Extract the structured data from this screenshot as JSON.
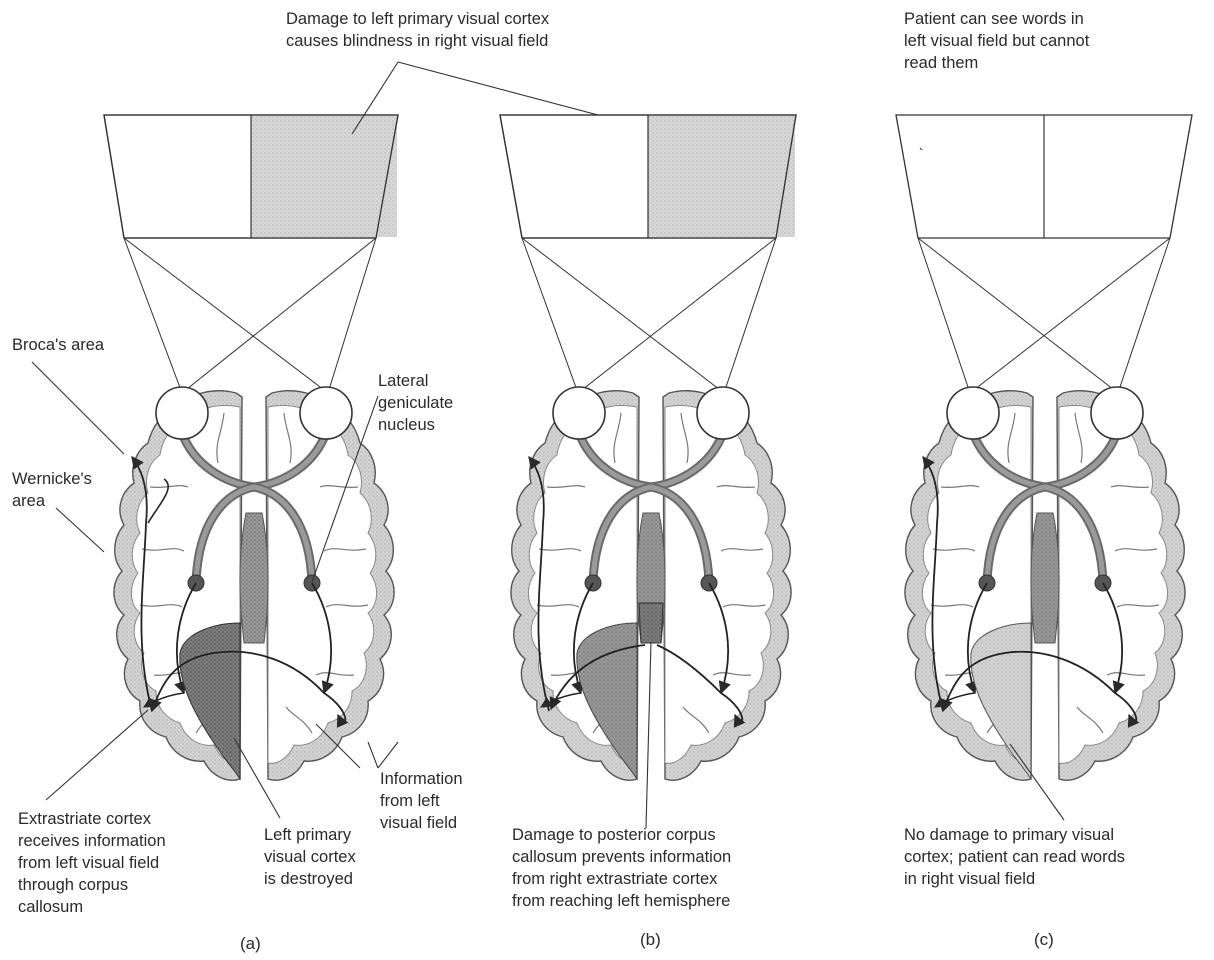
{
  "colors": {
    "ink": "#2a2a2a",
    "blind_field": "#cfcfcf",
    "cortex_fill": "#d6d6d6",
    "damage_fill": "#7a7a7a",
    "tract_fill": "#8a8a8a",
    "lgn_fill": "#555555"
  },
  "panels": [
    {
      "letter": "(a)"
    },
    {
      "letter": "(b)"
    },
    {
      "letter": "(c)"
    }
  ],
  "labels": {
    "damage_primary_top": "Damage to left primary visual cortex\ncauses blindness in right visual field",
    "brocas_area": "Broca's area",
    "wernickes_area": "Wernicke's\narea",
    "lateral_geniculate": "Lateral\ngeniculate\nnucleus",
    "extrastriate": "Extrastriate cortex\nreceives information\nfrom left visual field\nthrough corpus\ncallosum",
    "left_primary_destroyed": "Left primary\nvisual cortex\nis destroyed",
    "info_left_field": "Information\nfrom left\nvisual field",
    "damage_corpus_callosum": "Damage to posterior corpus\ncallosum prevents information\nfrom right extrastriate cortex\nfrom reaching left hemisphere",
    "patient_sees_words": "Patient can see words in\nleft visual field but cannot\nread them",
    "no_damage": "No damage to primary visual\ncortex; patient can read words\nin right visual field"
  }
}
